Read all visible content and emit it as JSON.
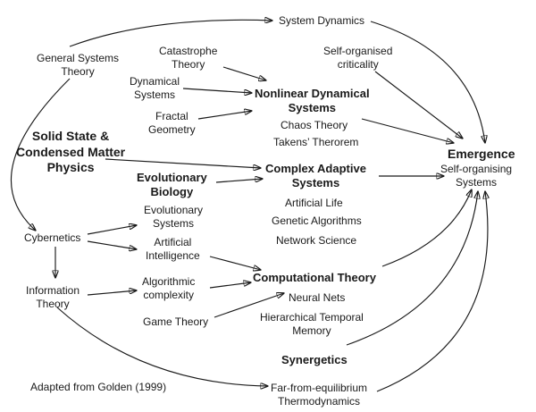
{
  "nodes": {
    "system_dynamics": {
      "lines": [
        "System Dynamics"
      ]
    },
    "general_systems": {
      "lines": [
        "General Systems",
        "Theory"
      ]
    },
    "catastrophe": {
      "lines": [
        "Catastrophe",
        "Theory"
      ]
    },
    "self_organised_criticality": {
      "lines": [
        "Self-organised",
        "criticality"
      ]
    },
    "dynamical_systems": {
      "lines": [
        "Dynamical",
        "Systems"
      ]
    },
    "nonlinear": {
      "lines": [
        "Nonlinear Dynamical",
        "Systems"
      ]
    },
    "fractal": {
      "lines": [
        "Fractal",
        "Geometry"
      ]
    },
    "chaos": {
      "lines": [
        "Chaos Theory"
      ]
    },
    "takens": {
      "lines": [
        "Takens’ Therorem"
      ]
    },
    "solid_state": {
      "lines": [
        "Solid State &",
        "Condensed Matter",
        "Physics"
      ]
    },
    "emergence": {
      "lines": [
        "Emergence"
      ]
    },
    "self_organising": {
      "lines": [
        "Self-organising",
        "Systems"
      ]
    },
    "complex_adaptive": {
      "lines": [
        "Complex Adaptive",
        "Systems"
      ]
    },
    "evolutionary_biology": {
      "lines": [
        "Evolutionary",
        "Biology"
      ]
    },
    "artificial_life": {
      "lines": [
        "Artificial Life"
      ]
    },
    "evolutionary_systems": {
      "lines": [
        "Evolutionary",
        "Systems"
      ]
    },
    "genetic_algorithms": {
      "lines": [
        "Genetic Algorithms"
      ]
    },
    "cybernetics": {
      "lines": [
        "Cybernetics"
      ]
    },
    "network_science": {
      "lines": [
        "Network Science"
      ]
    },
    "artificial_intelligence": {
      "lines": [
        "Artificial",
        "Intelligence"
      ]
    },
    "computational_theory": {
      "lines": [
        "Computational Theory"
      ]
    },
    "information_theory": {
      "lines": [
        "Information",
        "Theory"
      ]
    },
    "algorithmic_complexity": {
      "lines": [
        "Algorithmic",
        "complexity"
      ]
    },
    "neural_nets": {
      "lines": [
        "Neural Nets"
      ]
    },
    "game_theory": {
      "lines": [
        "Game Theory"
      ]
    },
    "htm": {
      "lines": [
        "Hierarchical Temporal",
        "Memory"
      ]
    },
    "synergetics": {
      "lines": [
        "Synergetics"
      ]
    },
    "adapted": {
      "lines": [
        "Adapted from Golden (1999)"
      ]
    },
    "far_from_equilibrium": {
      "lines": [
        "Far-from-equilibrium",
        "Thermodynamics"
      ]
    }
  }
}
